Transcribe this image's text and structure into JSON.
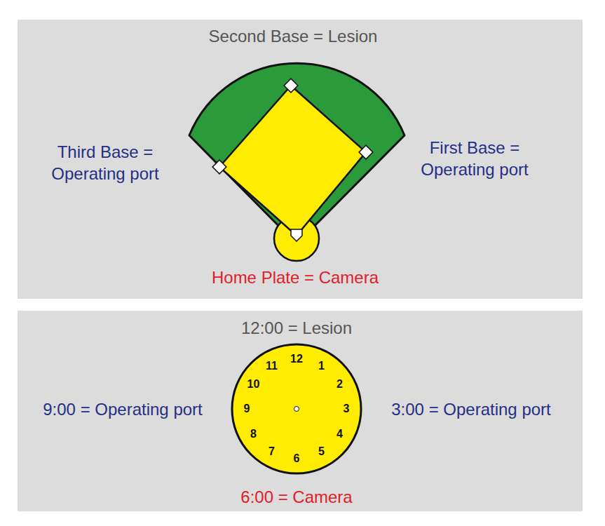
{
  "diagram": {
    "labels": [
      "Second Base = Lesion",
      "Third Base = Operating port",
      "First Base = Operating port",
      "Home Plate = Camera",
      "12:00 = Lesion",
      "9:00 = Operating port",
      "3:00 = Operating port",
      "6:00 = Camera",
      "12",
      "1",
      "2",
      "3",
      "4",
      "5",
      "6",
      "7",
      "8",
      "9",
      "10",
      "11"
    ]
  }
}
